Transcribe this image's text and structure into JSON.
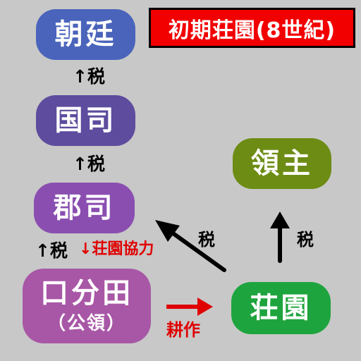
{
  "title": "初期荘園(8世紀)",
  "nodes": {
    "chotei": "朝廷",
    "kokushi": "国司",
    "gunji": "郡司",
    "kubunden": "口分田",
    "kubunden_sub": "（公領）",
    "ryoshu": "領主",
    "shoen": "荘園"
  },
  "labels": {
    "tax_1": "↑税",
    "tax_2": "↑税",
    "tax_3": "↑税",
    "cooperation": "↓荘園協力",
    "tax_diag": "税",
    "tax_right": "税",
    "cultivation": "耕作"
  },
  "colors": {
    "background": "#c8c8c8",
    "chotei": "#4a64bb",
    "kokushi": "#5e4c9e",
    "gunji": "#8a4eb0",
    "kubunden": "#a857a6",
    "ryoshu": "#6d8c14",
    "shoen": "#1ea43e",
    "title_bg": "#f20000",
    "red": "#e00000",
    "black": "#000000"
  }
}
